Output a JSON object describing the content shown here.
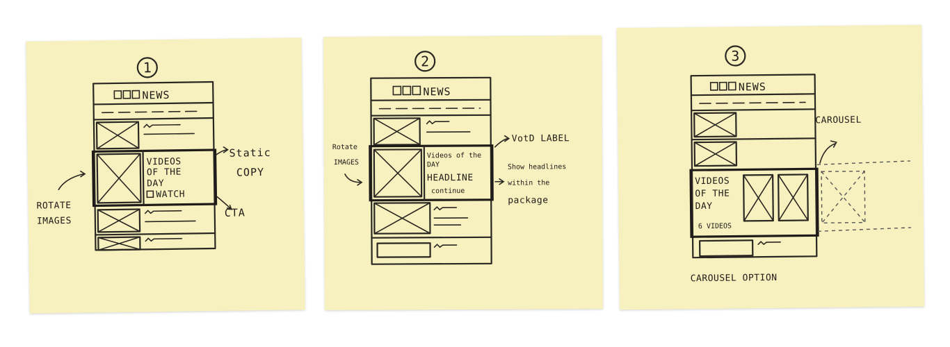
{
  "note1": {
    "number": "1",
    "header": "NEWS",
    "module": [
      "VIDEOS",
      "OF THE",
      "DAY",
      "WATCH"
    ],
    "label_static": [
      "Static",
      "COPY"
    ],
    "label_cta": "CTA",
    "label_rotate": [
      "ROTATE",
      "IMAGES"
    ]
  },
  "note2": {
    "number": "2",
    "header": "NEWS",
    "module": [
      "Videos of the",
      "DAY",
      "HEADLINE",
      "continue"
    ],
    "label_rotate": [
      "Rotate",
      "IMAGES"
    ],
    "label_votd": "VotD LABEL",
    "label_show": [
      "Show headlines",
      "within the",
      "package"
    ]
  },
  "note3": {
    "number": "3",
    "header": "NEWS",
    "module": [
      "VIDEOS",
      "OF THE",
      "DAY",
      "6 VIDEOS"
    ],
    "label_carousel": "CAROUSEL",
    "label_option": "CAROUSEL OPTION"
  }
}
